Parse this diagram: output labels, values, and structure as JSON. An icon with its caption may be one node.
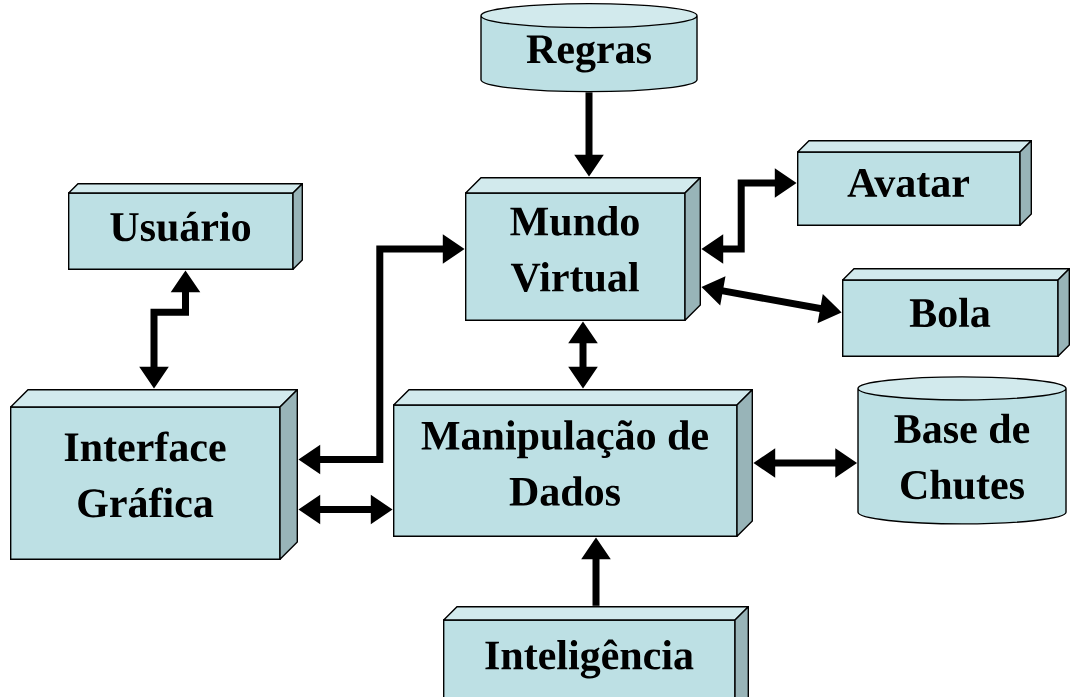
{
  "diagram": {
    "nodes": [
      {
        "text": [
          "Regras"
        ]
      },
      {
        "text": [
          "Usuário"
        ]
      },
      {
        "text": [
          "Mundo Virtual"
        ]
      },
      {
        "text": [
          "Avatar"
        ]
      },
      {
        "text": [
          "Bola"
        ]
      },
      {
        "text": [
          "Interface Gráfica"
        ]
      },
      {
        "text": [
          "Manipulação de Dados"
        ]
      },
      {
        "text": [
          "Base de Chutes"
        ]
      },
      {
        "text": [
          "Inteligência"
        ]
      }
    ],
    "edges": [
      {
        "from": 0,
        "to": 2,
        "arrow": "to"
      },
      {
        "from": 1,
        "to": 5,
        "arrow": "both"
      },
      {
        "from": 2,
        "to": 5,
        "arrow": "both"
      },
      {
        "from": 2,
        "to": 3,
        "arrow": "both"
      },
      {
        "from": 2,
        "to": 4,
        "arrow": "both"
      },
      {
        "from": 2,
        "to": 6,
        "arrow": "both"
      },
      {
        "from": 5,
        "to": 6,
        "arrow": "both"
      },
      {
        "from": 6,
        "to": 7,
        "arrow": "both"
      },
      {
        "from": 8,
        "to": 6,
        "arrow": "to"
      }
    ]
  }
}
